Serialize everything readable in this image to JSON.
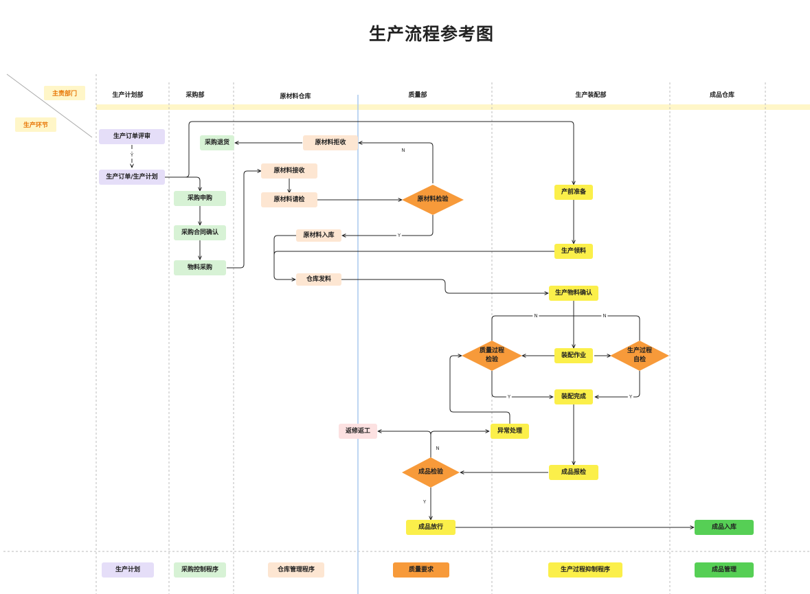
{
  "title": "生产流程参考图",
  "corner": {
    "dept_label": "主责部门",
    "stage_label": "生产环节"
  },
  "columns": [
    "生产计划部",
    "采购部",
    "原材料仓库",
    "质量部",
    "生产装配部",
    "成品仓库"
  ],
  "nodes": {
    "order_review": "生产订单评审",
    "order_plan": "生产订单/生产计划",
    "purchase_return": "采购退货",
    "purchase_request": "采购申购",
    "contract_confirm": "采购合同确认",
    "material_purchase": "物料采购",
    "raw_reject": "原材料拒收",
    "raw_receive": "原材料接收",
    "raw_inspect_request": "原材料请检",
    "raw_inbound": "原材料入库",
    "warehouse_issue": "仓库发料",
    "raw_inspection": "原材料检验",
    "rework": "返修返工",
    "finished_inspection": "成品检验",
    "release": "成品放行",
    "quality_process_check": [
      "质量过程",
      "检验"
    ],
    "pre_production": "产前准备",
    "production_picking": "生产领料",
    "material_confirm": "生产物料确认",
    "assembly": "装配作业",
    "assembly_done": "装配完成",
    "exception": "异常处理",
    "finished_report": "成品报检",
    "self_check": [
      "生产过程",
      "自检"
    ],
    "finished_inbound": "成品入库"
  },
  "flow_labels": {
    "yes": "Y",
    "no": "N"
  },
  "footer": [
    "生产计划",
    "采购控制程序",
    "仓库管理程序",
    "质量要求",
    "生产过程抑制程序",
    "成品管理"
  ],
  "colors": {
    "purple": "#e5def8",
    "green": "#d7f2d5",
    "peach": "#fde6d2",
    "yellow": "#fbef4a",
    "orange": "#f79a3a",
    "dark_green": "#56cf55",
    "pink": "#fce1e1",
    "header_band": "#fff6c8",
    "divider_blue": "#a8c8ee"
  }
}
